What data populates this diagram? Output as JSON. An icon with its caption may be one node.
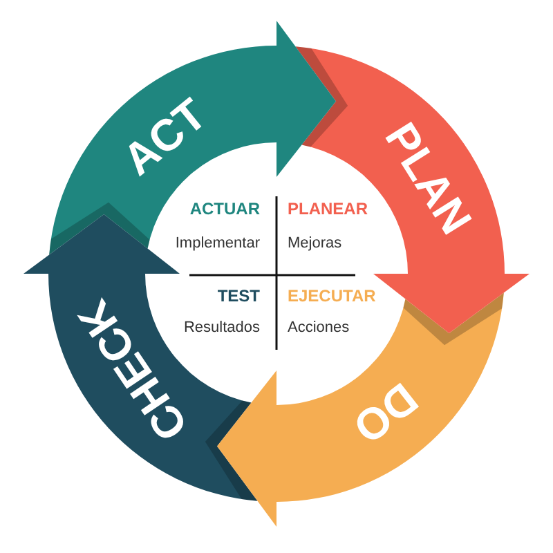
{
  "diagram": {
    "nodes": [
      {
        "text": [
          "ACT"
        ]
      },
      {
        "text": [
          "PLAN"
        ]
      },
      {
        "text": [
          "DO"
        ]
      },
      {
        "text": [
          "CHECK"
        ]
      }
    ],
    "edges": [
      {
        "from": 0,
        "to": 1,
        "arrow": "to"
      },
      {
        "from": 1,
        "to": 2,
        "arrow": "to"
      },
      {
        "from": 2,
        "to": 3,
        "arrow": "to"
      },
      {
        "from": 3,
        "to": 0,
        "arrow": "to"
      }
    ],
    "labels": [
      "ACTUAR",
      "Implementar",
      "PLANEAR",
      "Mejoras",
      "TEST",
      "Resultados",
      "EJECUTAR",
      "Acciones"
    ]
  }
}
